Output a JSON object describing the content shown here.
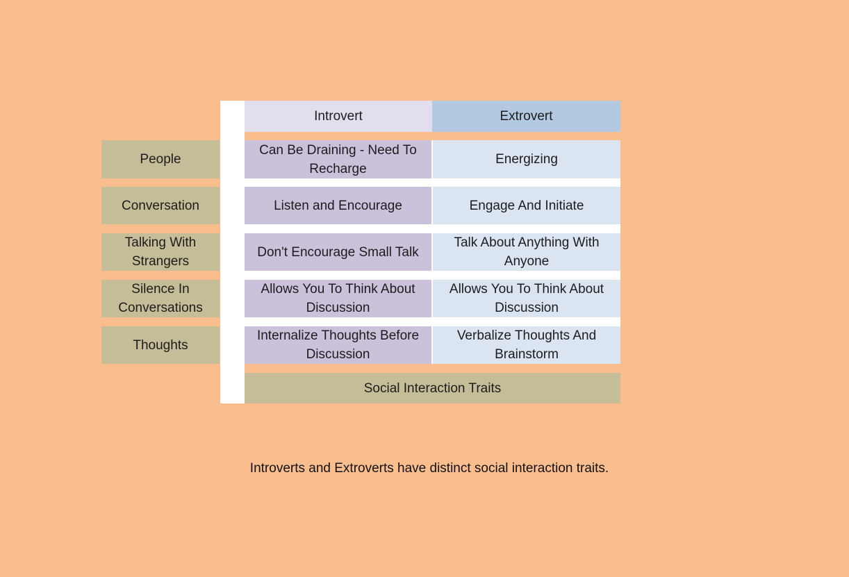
{
  "colors": {
    "background": "#FABE8E",
    "panel": "#FFFFFF",
    "introvert_header": "#E2DEED",
    "extrovert_header": "#B3C9E2",
    "introvert_cell": "#CCC1DB",
    "extrovert_cell": "#DBE5F1",
    "olive": "#C4BD97",
    "text": "#1C1C1C"
  },
  "header": {
    "introvert": "Introvert",
    "extrovert": "Extrovert"
  },
  "rows": [
    {
      "trait": "People",
      "introvert": "Can Be Draining - Need To Recharge",
      "extrovert": "Energizing"
    },
    {
      "trait": "Conversation",
      "introvert": "Listen and Encourage",
      "extrovert": "Engage And Initiate"
    },
    {
      "trait": "Talking With Strangers",
      "introvert": "Don't Encourage Small Talk",
      "extrovert": "Talk About Anything With Anyone"
    },
    {
      "trait": "Silence In Conversations",
      "introvert": "Allows You To Think About Discussion",
      "extrovert": "Allows You To Think About Discussion"
    },
    {
      "trait": "Thoughts",
      "introvert": "Internalize Thoughts Before Discussion",
      "extrovert": "Verbalize Thoughts And Brainstorm"
    }
  ],
  "footer": "Social Interaction Traits",
  "caption": "Introverts and Extroverts have distinct social interaction traits."
}
